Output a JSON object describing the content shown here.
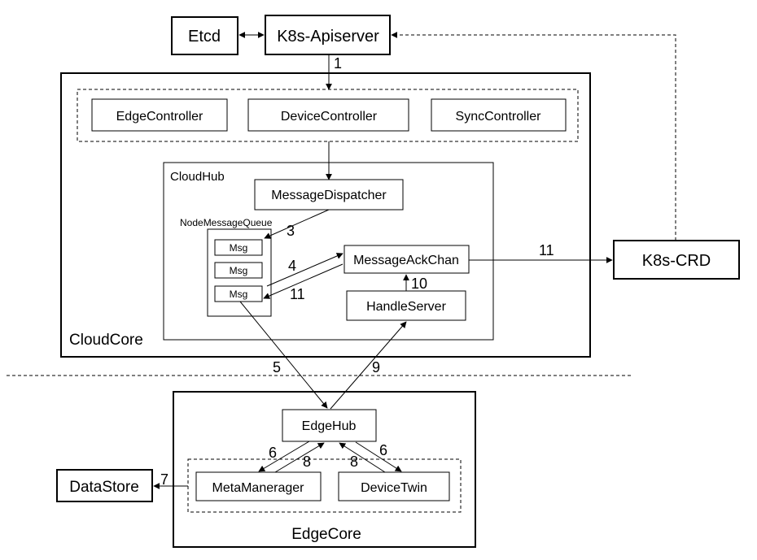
{
  "nodes": {
    "etcd": "Etcd",
    "apiserver": "K8s-Apiserver",
    "edge_controller": "EdgeController",
    "device_controller": "DeviceController",
    "sync_controller": "SyncController",
    "cloudhub": "CloudHub",
    "message_dispatcher": "MessageDispatcher",
    "node_message_queue": "NodeMessageQueue",
    "msg": [
      "Msg",
      "Msg",
      "Msg"
    ],
    "message_ack_chan": "MessageAckChan",
    "handle_server": "HandleServer",
    "k8s_crd": "K8s-CRD",
    "cloudcore": "CloudCore",
    "edgehub": "EdgeHub",
    "meta_manager": "MetaManerager",
    "device_twin": "DeviceTwin",
    "datastore": "DataStore",
    "edgecore": "EdgeCore"
  },
  "edge_labels": {
    "apiserver_to_controllers": "1",
    "dispatcher_to_queue": "3",
    "msg_to_ackchan": "4",
    "ackchan_to_msg": "11",
    "ackchan_to_crd": "11",
    "handle_to_ackchan": "10",
    "msg_to_edgehub": "5",
    "edgehub_to_handle": "9",
    "edgehub_to_meta": "6",
    "meta_to_edgehub": "8",
    "twin_to_edgehub": "8",
    "edgehub_to_twin": "6",
    "meta_to_datastore": "7"
  }
}
